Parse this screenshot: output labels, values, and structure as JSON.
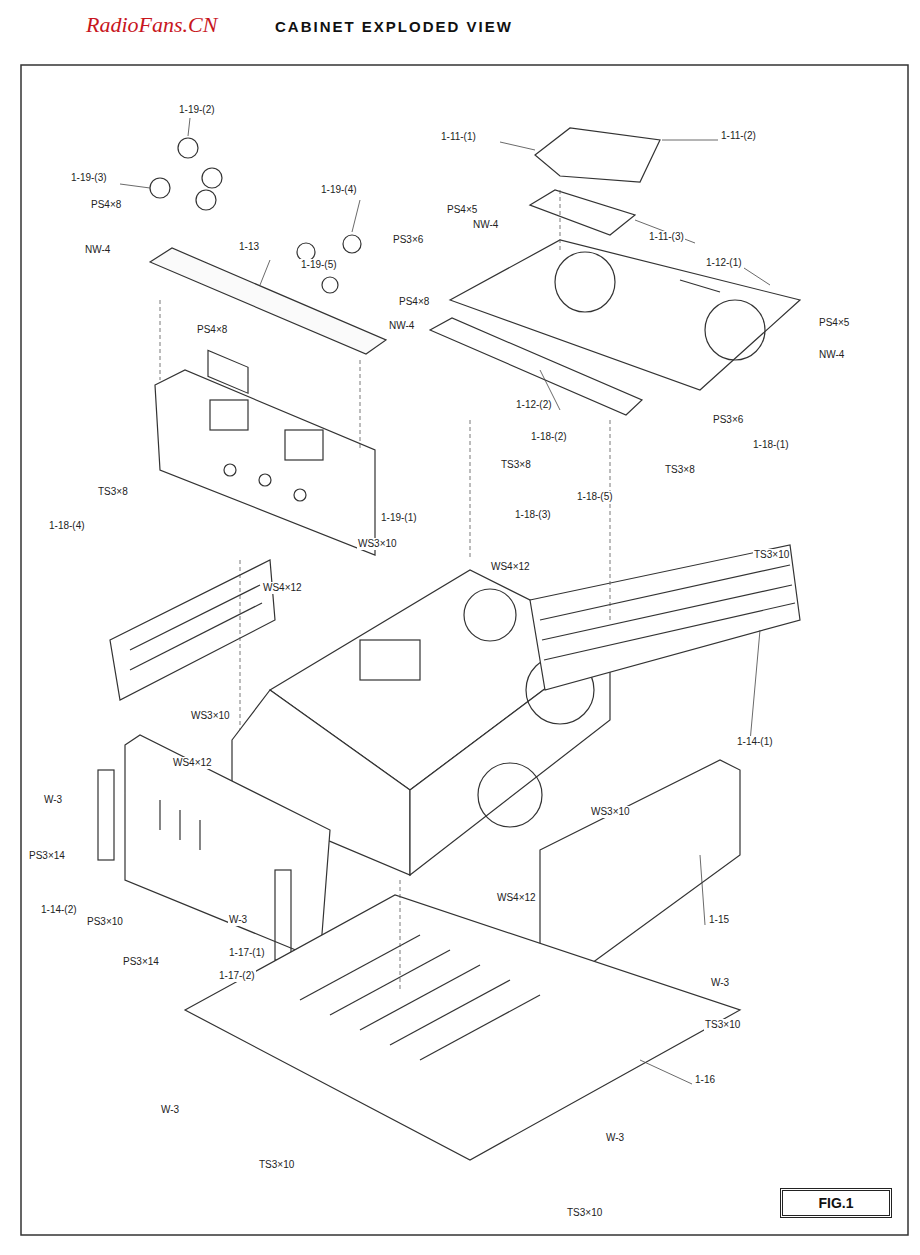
{
  "diagram": {
    "title": "CABINET EXPLODED VIEW",
    "nodes": [
      {
        "text": [
          "FIG.1"
        ]
      }
    ],
    "edges": [],
    "labels": [
      "RadioFans.CN",
      "1-19-(2)",
      "1-19-(3)",
      "PS4×8",
      "NW-4",
      "1-13",
      "1-19-(4)",
      "1-19-(5)",
      "PS4×8",
      "NW-4",
      "PS3×6",
      "PS4×8",
      "1-11-(1)",
      "1-11-(2)",
      "PS4×5",
      "NW-4",
      "1-11-(3)",
      "1-12-(1)",
      "PS4×5",
      "NW-4",
      "1-12-(2)",
      "PS3×6",
      "1-18-(1)",
      "1-18-(2)",
      "TS3×8",
      "TS3×8",
      "1-18-(5)",
      "1-18-(3)",
      "TS3×8",
      "1-18-(4)",
      "1-19-(1)",
      "WS3×10",
      "WS4×12",
      "WS4×12",
      "TS3×10",
      "1-14-(1)",
      "WS3×10",
      "WS4×12",
      "W-3",
      "PS3×14",
      "1-14-(2)",
      "PS3×10",
      "W-3",
      "1-17-(1)",
      "1-17-(2)",
      "PS3×14",
      "WS3×10",
      "WS4×12",
      "1-15",
      "W-3",
      "TS3×10",
      "1-16",
      "W-3",
      "W-3",
      "TS3×10",
      "TS3×10"
    ]
  }
}
